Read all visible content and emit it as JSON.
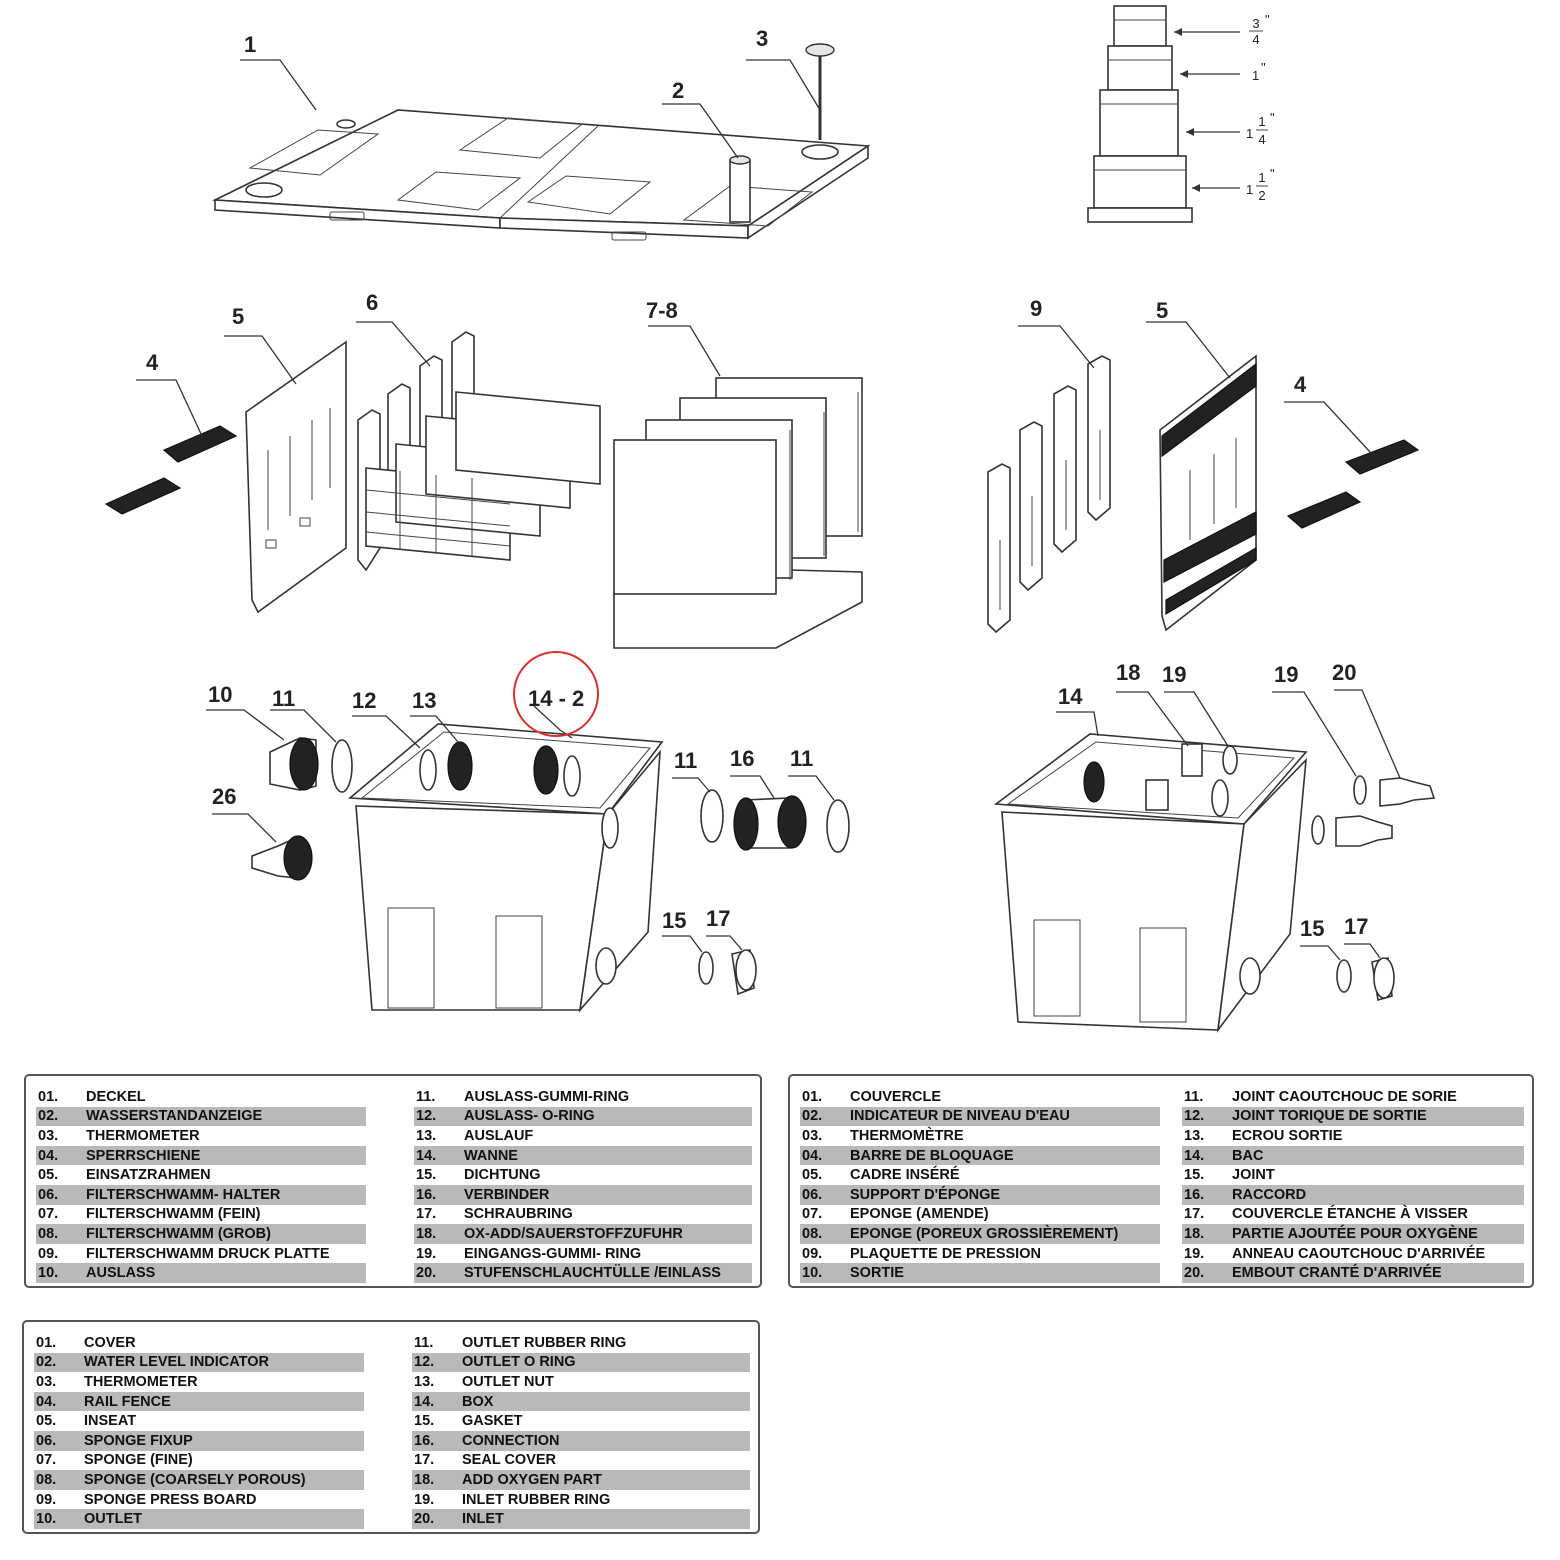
{
  "callouts": {
    "c1": "1",
    "c2": "2",
    "c3": "3",
    "c4a": "4",
    "c5a": "5",
    "c6": "6",
    "c78": "7-8",
    "c9": "9",
    "c5b": "5",
    "c4b": "4",
    "c10": "10",
    "c11a": "11",
    "c12": "12",
    "c13": "13",
    "c142": "14 - 2",
    "c11b": "11",
    "c16": "16",
    "c11c": "11",
    "c26": "26",
    "c15a": "15",
    "c17a": "17",
    "c14": "14",
    "c18": "18",
    "c19a": "19",
    "c19b": "19",
    "c20": "20",
    "c15b": "15",
    "c17b": "17"
  },
  "hose_tail_sizes": [
    {
      "whole": "",
      "num": "3",
      "den": "4",
      "unit": "\""
    },
    {
      "whole": "1",
      "num": "",
      "den": "",
      "unit": "\""
    },
    {
      "whole": "1",
      "num": "1",
      "den": "4",
      "unit": "\""
    },
    {
      "whole": "1",
      "num": "1",
      "den": "2",
      "unit": "\""
    }
  ],
  "parts_de": {
    "left": [
      {
        "num": "01.",
        "name": "DECKEL"
      },
      {
        "num": "02.",
        "name": "WASSERSTANDANZEIGE"
      },
      {
        "num": "03.",
        "name": "THERMOMETER"
      },
      {
        "num": "04.",
        "name": "SPERRSCHIENE"
      },
      {
        "num": "05.",
        "name": "EINSATZRAHMEN"
      },
      {
        "num": "06.",
        "name": "FILTERSCHWAMM- HALTER"
      },
      {
        "num": "07.",
        "name": "FILTERSCHWAMM (FEIN)"
      },
      {
        "num": "08.",
        "name": "FILTERSCHWAMM (GROB)"
      },
      {
        "num": "09.",
        "name": "FILTERSCHWAMM DRUCK PLATTE"
      },
      {
        "num": "10.",
        "name": "AUSLASS"
      }
    ],
    "right": [
      {
        "num": "11.",
        "name": "AUSLASS-GUMMI-RING"
      },
      {
        "num": "12.",
        "name": "AUSLASS- O-RING"
      },
      {
        "num": "13.",
        "name": "AUSLAUF"
      },
      {
        "num": "14.",
        "name": "WANNE"
      },
      {
        "num": "15.",
        "name": "DICHTUNG"
      },
      {
        "num": "16.",
        "name": "VERBINDER"
      },
      {
        "num": "17.",
        "name": "SCHRAUBRING"
      },
      {
        "num": "18.",
        "name": "OX-ADD/SAUERSTOFFZUFUHR"
      },
      {
        "num": "19.",
        "name": "EINGANGS-GUMMI- RING"
      },
      {
        "num": "20.",
        "name": "STUFENSCHLAUCHTÜLLE /EINLASS"
      }
    ]
  },
  "parts_fr": {
    "left": [
      {
        "num": "01.",
        "name": "COUVERCLE"
      },
      {
        "num": "02.",
        "name": "INDICATEUR DE NIVEAU D'EAU"
      },
      {
        "num": "03.",
        "name": "THERMOMÈTRE"
      },
      {
        "num": "04.",
        "name": "BARRE DE BLOQUAGE"
      },
      {
        "num": "05.",
        "name": "CADRE INSÉRÉ"
      },
      {
        "num": "06.",
        "name": "SUPPORT D'ÉPONGE"
      },
      {
        "num": "07.",
        "name": "EPONGE (AMENDE)"
      },
      {
        "num": "08.",
        "name": "EPONGE (POREUX GROSSIÈREMENT)"
      },
      {
        "num": "09.",
        "name": "PLAQUETTE DE PRESSION"
      },
      {
        "num": "10.",
        "name": "SORTIE"
      }
    ],
    "right": [
      {
        "num": "11.",
        "name": "JOINT CAOUTCHOUC DE SORIE"
      },
      {
        "num": "12.",
        "name": "JOINT TORIQUE DE SORTIE"
      },
      {
        "num": "13.",
        "name": "ECROU SORTIE"
      },
      {
        "num": "14.",
        "name": "BAC"
      },
      {
        "num": "15.",
        "name": "JOINT"
      },
      {
        "num": "16.",
        "name": "RACCORD"
      },
      {
        "num": "17.",
        "name": "COUVERCLE ÉTANCHE À VISSER"
      },
      {
        "num": "18.",
        "name": "PARTIE AJOUTÉE POUR OXYGÈNE"
      },
      {
        "num": "19.",
        "name": "ANNEAU CAOUTCHOUC D'ARRIVÉE"
      },
      {
        "num": "20.",
        "name": "EMBOUT CRANTÉ D'ARRIVÉE"
      }
    ]
  },
  "parts_en": {
    "left": [
      {
        "num": "01.",
        "name": "COVER"
      },
      {
        "num": "02.",
        "name": "WATER LEVEL INDICATOR"
      },
      {
        "num": "03.",
        "name": "THERMOMETER"
      },
      {
        "num": "04.",
        "name": "RAIL FENCE"
      },
      {
        "num": "05.",
        "name": "INSEAT"
      },
      {
        "num": "06.",
        "name": "SPONGE FIXUP"
      },
      {
        "num": "07.",
        "name": "SPONGE (FINE)"
      },
      {
        "num": "08.",
        "name": "SPONGE (COARSELY POROUS)"
      },
      {
        "num": "09.",
        "name": "SPONGE PRESS BOARD"
      },
      {
        "num": "10.",
        "name": "OUTLET"
      }
    ],
    "right": [
      {
        "num": "11.",
        "name": "OUTLET RUBBER RING"
      },
      {
        "num": "12.",
        "name": "OUTLET O RING"
      },
      {
        "num": "13.",
        "name": "OUTLET NUT"
      },
      {
        "num": "14.",
        "name": "BOX"
      },
      {
        "num": "15.",
        "name": "GASKET"
      },
      {
        "num": "16.",
        "name": "CONNECTION"
      },
      {
        "num": "17.",
        "name": "SEAL COVER"
      },
      {
        "num": "18.",
        "name": "ADD OXYGEN PART"
      },
      {
        "num": "19.",
        "name": "INLET RUBBER RING"
      },
      {
        "num": "20.",
        "name": "INLET"
      }
    ]
  },
  "colors": {
    "highlight_circle": "#d9302c",
    "row_shade": "#b9b9b9",
    "line": "#333333"
  }
}
